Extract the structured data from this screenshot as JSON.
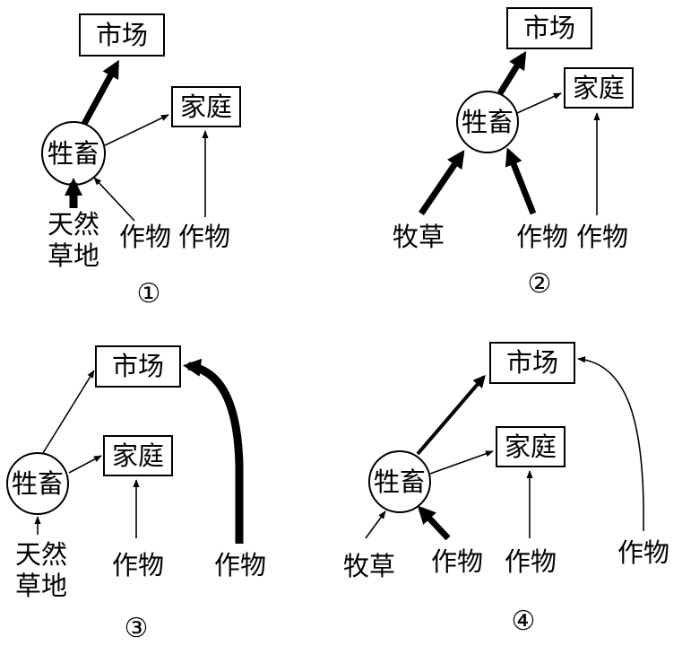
{
  "labels": {
    "market": "市场",
    "household": "家庭",
    "livestock": "牲畜",
    "crops": "作物",
    "forage": "牧草",
    "natural_1": "天然",
    "natural_2": "草地"
  },
  "panels": [
    {
      "number": "①"
    },
    {
      "number": "②"
    },
    {
      "number": "③"
    },
    {
      "number": "④"
    }
  ]
}
